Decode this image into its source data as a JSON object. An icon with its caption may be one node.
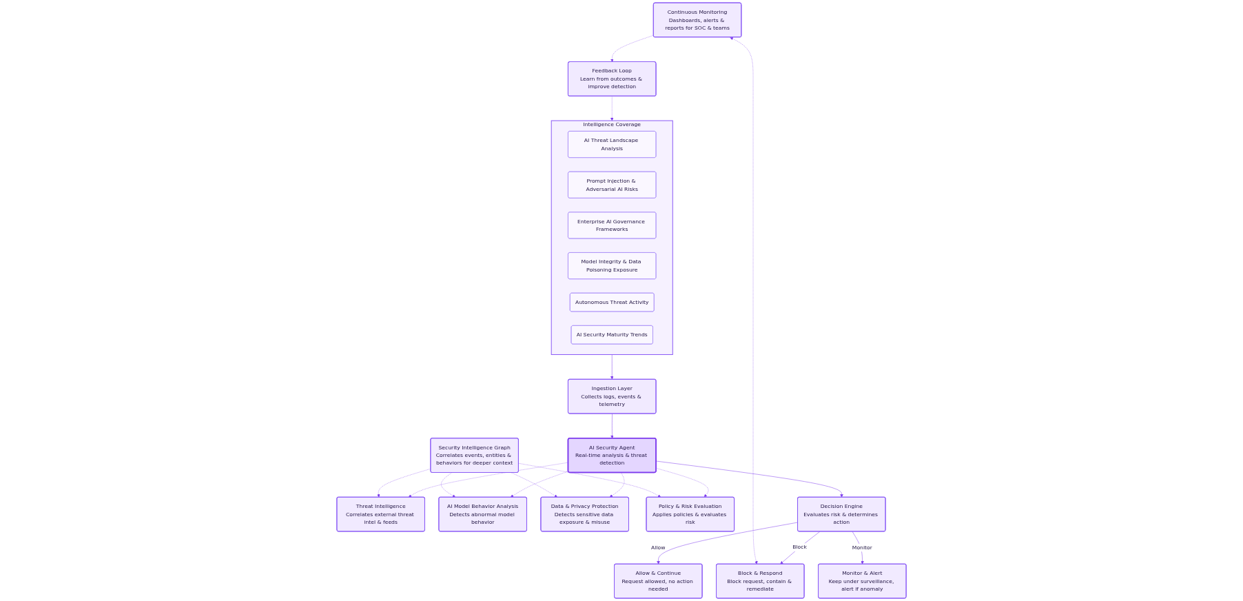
{
  "diagram": {
    "nodes": [
      {
        "text": [
          "Intelligence Coverage"
        ]
      },
      {
        "text": [
          "AI Threat Landscape Analysis"
        ],
        "in": 0
      },
      {
        "text": [
          "Prompt Injection & Adversarial AI Risks"
        ],
        "in": 0
      },
      {
        "text": [
          "Enterprise AI Governance Frameworks"
        ],
        "in": 0
      },
      {
        "text": [
          "Model Integrity & Data Poisoning Exposure"
        ],
        "in": 0
      },
      {
        "text": [
          "Autonomous Threat Activity"
        ],
        "in": 0
      },
      {
        "text": [
          "AI Security Maturity Trends"
        ],
        "in": 0
      },
      {
        "text": [
          "Ingestion Layer",
          "Collects logs, events & telemetry"
        ]
      },
      {
        "text": [
          "AI Security Agent",
          "Real-time analysis & threat detection"
        ]
      },
      {
        "text": [
          "Decision Engine",
          "Evaluates risk & determines action"
        ]
      },
      {
        "text": [
          "Allow & Continue",
          "Request allowed, no action needed"
        ]
      },
      {
        "text": [
          "Monitor & Alert",
          "Keep under surveillance, alert if anomaly"
        ]
      },
      {
        "text": [
          "Block & Respond",
          "Block request, contain & remediate"
        ]
      },
      {
        "text": [
          "Threat Intelligence",
          "Correlates external threat intel & feeds"
        ]
      },
      {
        "text": [
          "AI Model Behavior Analysis",
          "Detects abnormal model behavior"
        ]
      },
      {
        "text": [
          "Data & Privacy Protection",
          "Detects sensitive data exposure & misuse"
        ]
      },
      {
        "text": [
          "Policy & Risk Evaluation",
          "Applies policies & evaluates risk"
        ]
      },
      {
        "text": [
          "Security Intelligence Graph",
          "Correlates events, entities & behaviors for deeper context"
        ]
      },
      {
        "text": [
          "Feedback Loop",
          "Learn from outcomes & improve detection"
        ]
      },
      {
        "text": [
          "Continuous Monitoring",
          "Dashboards, alerts & reports for SOC & teams"
        ]
      }
    ],
    "edges": [
      {
        "from": 0,
        "to": 7,
        "arrow": "to"
      },
      {
        "from": 7,
        "to": 8,
        "arrow": "to"
      },
      {
        "from": 8,
        "to": 9,
        "arrow": "to"
      },
      {
        "from": 9,
        "to": 10,
        "arrow": "to",
        "label": "Allow"
      },
      {
        "from": 9,
        "to": 11,
        "arrow": "to",
        "label": "Monitor"
      },
      {
        "from": 9,
        "to": 12,
        "arrow": "to",
        "label": "Block"
      },
      {
        "from": 8,
        "to": 13,
        "arrow": "to",
        "style": "dashed"
      },
      {
        "from": 8,
        "to": 14,
        "arrow": "to",
        "style": "dashed"
      },
      {
        "from": 8,
        "to": 15,
        "arrow": "to",
        "style": "dashed"
      },
      {
        "from": 8,
        "to": 16,
        "arrow": "to",
        "style": "dashed"
      },
      {
        "from": 17,
        "to": 13,
        "arrow": "to",
        "style": "dashed"
      },
      {
        "from": 17,
        "to": 14,
        "arrow": "to",
        "style": "dashed"
      },
      {
        "from": 17,
        "to": 15,
        "arrow": "to",
        "style": "dashed"
      },
      {
        "from": 17,
        "to": 16,
        "arrow": "to",
        "style": "dashed"
      },
      {
        "from": 19,
        "to": 12,
        "arrow": "both",
        "style": "dashed"
      },
      {
        "from": 19,
        "to": 18,
        "arrow": "to",
        "style": "dashed"
      },
      {
        "from": 18,
        "to": 0,
        "arrow": "to",
        "style": "dashed"
      }
    ]
  }
}
